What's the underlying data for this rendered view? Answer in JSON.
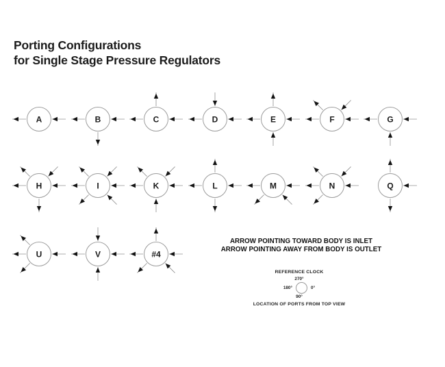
{
  "title": {
    "line1": "Porting Configurations",
    "line2": "for Single Stage Pressure Regulators"
  },
  "legend": {
    "line1": "ARROW POINTING TOWARD BODY IS INLET",
    "line2": "ARROW POINTING AWAY FROM BODY IS OUTLET"
  },
  "reference_clock": {
    "title": "REFERENCE CLOCK",
    "labels": {
      "top": "270°",
      "right": "0°",
      "bottom": "90°",
      "left": "180°"
    },
    "caption": "LOCATION OF PORTS FROM TOP VIEW"
  },
  "configurations": [
    {
      "label": "A",
      "row": 1,
      "ports": [
        {
          "angle": 0,
          "dir": "in"
        },
        {
          "angle": 180,
          "dir": "out"
        }
      ]
    },
    {
      "label": "B",
      "row": 1,
      "ports": [
        {
          "angle": 0,
          "dir": "in"
        },
        {
          "angle": 90,
          "dir": "out"
        },
        {
          "angle": 180,
          "dir": "out"
        }
      ]
    },
    {
      "label": "C",
      "row": 1,
      "ports": [
        {
          "angle": 0,
          "dir": "in"
        },
        {
          "angle": 180,
          "dir": "out"
        },
        {
          "angle": 270,
          "dir": "out"
        }
      ]
    },
    {
      "label": "D",
      "row": 1,
      "ports": [
        {
          "angle": 0,
          "dir": "in"
        },
        {
          "angle": 180,
          "dir": "out"
        },
        {
          "angle": 270,
          "dir": "in"
        }
      ]
    },
    {
      "label": "E",
      "row": 1,
      "ports": [
        {
          "angle": 0,
          "dir": "in"
        },
        {
          "angle": 90,
          "dir": "in"
        },
        {
          "angle": 180,
          "dir": "out"
        },
        {
          "angle": 270,
          "dir": "out"
        }
      ]
    },
    {
      "label": "F",
      "row": 1,
      "ports": [
        {
          "angle": 0,
          "dir": "in"
        },
        {
          "angle": 180,
          "dir": "out"
        },
        {
          "angle": 225,
          "dir": "out"
        },
        {
          "angle": 315,
          "dir": "in"
        }
      ]
    },
    {
      "label": "G",
      "row": 1,
      "ports": [
        {
          "angle": 0,
          "dir": "in"
        },
        {
          "angle": 90,
          "dir": "in"
        },
        {
          "angle": 180,
          "dir": "out"
        }
      ]
    },
    {
      "label": "H",
      "row": 2,
      "ports": [
        {
          "angle": 0,
          "dir": "in"
        },
        {
          "angle": 90,
          "dir": "out"
        },
        {
          "angle": 180,
          "dir": "out"
        },
        {
          "angle": 225,
          "dir": "out"
        },
        {
          "angle": 315,
          "dir": "in"
        }
      ]
    },
    {
      "label": "I",
      "row": 2,
      "ports": [
        {
          "angle": 0,
          "dir": "in"
        },
        {
          "angle": 45,
          "dir": "in"
        },
        {
          "angle": 135,
          "dir": "out"
        },
        {
          "angle": 180,
          "dir": "out"
        },
        {
          "angle": 225,
          "dir": "out"
        },
        {
          "angle": 315,
          "dir": "in"
        }
      ]
    },
    {
      "label": "K",
      "row": 2,
      "ports": [
        {
          "angle": 0,
          "dir": "in"
        },
        {
          "angle": 90,
          "dir": "in"
        },
        {
          "angle": 180,
          "dir": "out"
        },
        {
          "angle": 225,
          "dir": "out"
        },
        {
          "angle": 315,
          "dir": "in"
        }
      ]
    },
    {
      "label": "L",
      "row": 2,
      "ports": [
        {
          "angle": 0,
          "dir": "in"
        },
        {
          "angle": 90,
          "dir": "out"
        },
        {
          "angle": 180,
          "dir": "out"
        },
        {
          "angle": 270,
          "dir": "out"
        }
      ]
    },
    {
      "label": "M",
      "row": 2,
      "ports": [
        {
          "angle": 0,
          "dir": "in"
        },
        {
          "angle": 45,
          "dir": "in"
        },
        {
          "angle": 135,
          "dir": "out"
        },
        {
          "angle": 180,
          "dir": "out"
        }
      ]
    },
    {
      "label": "N",
      "row": 2,
      "ports": [
        {
          "angle": 0,
          "dir": "in"
        },
        {
          "angle": 135,
          "dir": "out"
        },
        {
          "angle": 180,
          "dir": "out"
        },
        {
          "angle": 225,
          "dir": "out"
        },
        {
          "angle": 315,
          "dir": "in"
        }
      ]
    },
    {
      "label": "Q",
      "row": 2,
      "ports": [
        {
          "angle": 0,
          "dir": "in"
        },
        {
          "angle": 90,
          "dir": "out"
        },
        {
          "angle": 270,
          "dir": "out"
        }
      ]
    },
    {
      "label": "U",
      "row": 3,
      "ports": [
        {
          "angle": 0,
          "dir": "in"
        },
        {
          "angle": 135,
          "dir": "out"
        },
        {
          "angle": 180,
          "dir": "out"
        },
        {
          "angle": 225,
          "dir": "out"
        }
      ]
    },
    {
      "label": "V",
      "row": 3,
      "ports": [
        {
          "angle": 0,
          "dir": "in"
        },
        {
          "angle": 90,
          "dir": "in"
        },
        {
          "angle": 180,
          "dir": "out"
        },
        {
          "angle": 270,
          "dir": "in"
        }
      ]
    },
    {
      "label": "#4",
      "row": 3,
      "ports": [
        {
          "angle": 0,
          "dir": "in"
        },
        {
          "angle": 45,
          "dir": "in"
        },
        {
          "angle": 135,
          "dir": "out"
        },
        {
          "angle": 180,
          "dir": "out"
        },
        {
          "angle": 270,
          "dir": "out"
        }
      ]
    }
  ],
  "colors": {
    "background": "#ffffff",
    "line": "#909090",
    "circle_stroke": "#9c9c9c",
    "arrowhead": "#141414",
    "text": "#1a1a1a"
  }
}
